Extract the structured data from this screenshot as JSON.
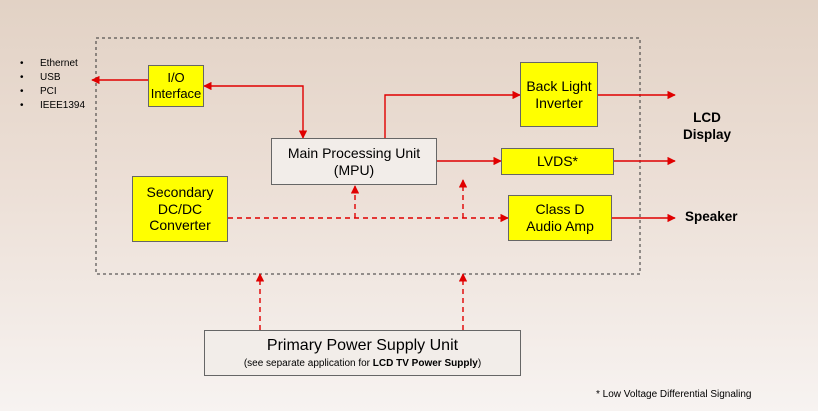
{
  "interfaces": [
    "Ethernet",
    "USB",
    "PCI",
    "IEEE1394"
  ],
  "blocks": {
    "io": "I/O Interface",
    "mpu_line1": "Main Processing Unit",
    "mpu_line2": "(MPU)",
    "backlight": "Back Light Inverter",
    "lvds": "LVDS*",
    "dcdc": "Secondary DC/DC Converter",
    "classd": "Class D Audio Amp",
    "psu_title": "Primary Power Supply Unit",
    "psu_sub_prefix": "(see separate application for ",
    "psu_sub_bold": "LCD TV Power Supply",
    "psu_sub_suffix": ")"
  },
  "outputs": {
    "lcd": "LCD Display",
    "speaker": "Speaker"
  },
  "footnote": "* Low Voltage Differential Signaling",
  "colors": {
    "signal": "#e00000",
    "block_fill": "#ffff00",
    "border": "#666666"
  }
}
